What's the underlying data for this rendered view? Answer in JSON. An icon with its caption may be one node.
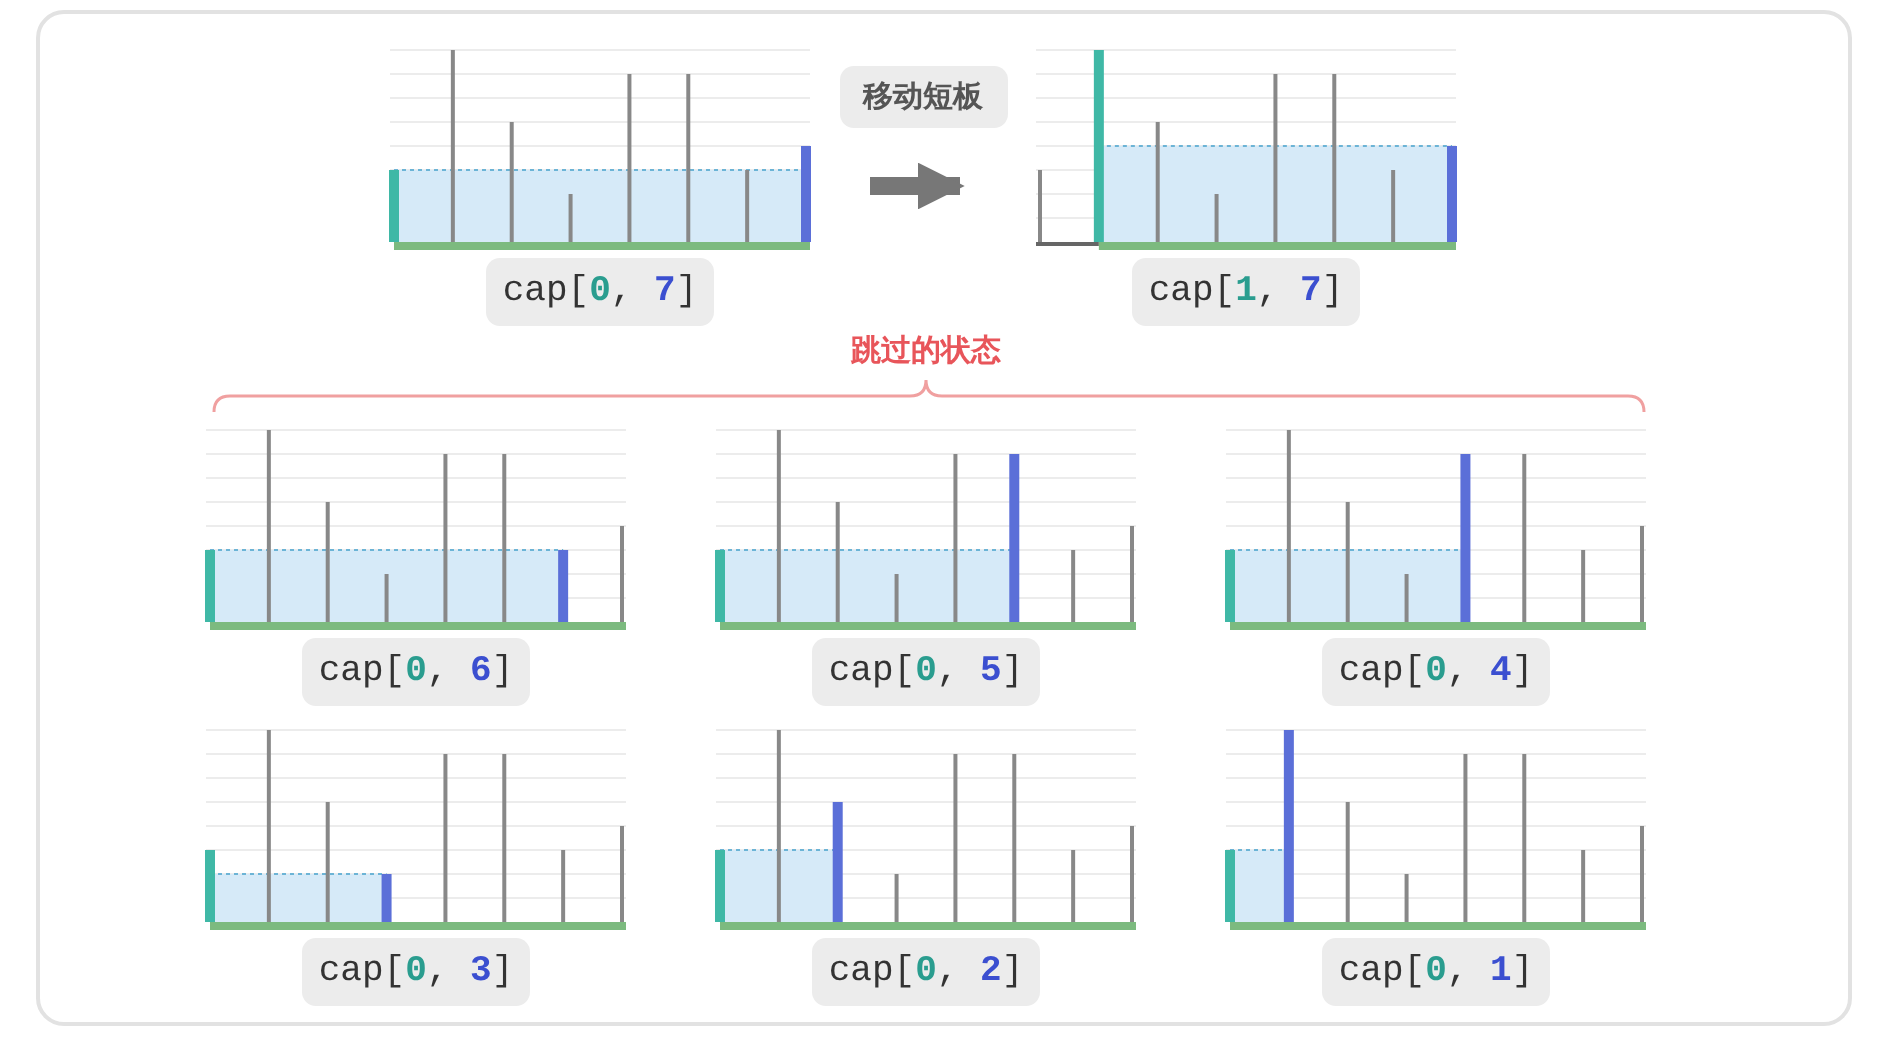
{
  "diagram": {
    "nodes": [
      {
        "text": [
          "cap[0, 7]"
        ]
      },
      {
        "text": [
          "cap[1, 7]"
        ]
      },
      {
        "text": [
          "cap[0, 6]"
        ]
      },
      {
        "text": [
          "cap[0, 5]"
        ]
      },
      {
        "text": [
          "cap[0, 4]"
        ]
      },
      {
        "text": [
          "cap[0, 3]"
        ]
      },
      {
        "text": [
          "cap[0, 2]"
        ]
      },
      {
        "text": [
          "cap[0, 1]"
        ]
      }
    ],
    "edges": [
      {
        "from": 0,
        "to": 1,
        "arrow": "to",
        "label": "移动短板"
      }
    ],
    "labels": [
      "跳过的状态"
    ]
  }
}
